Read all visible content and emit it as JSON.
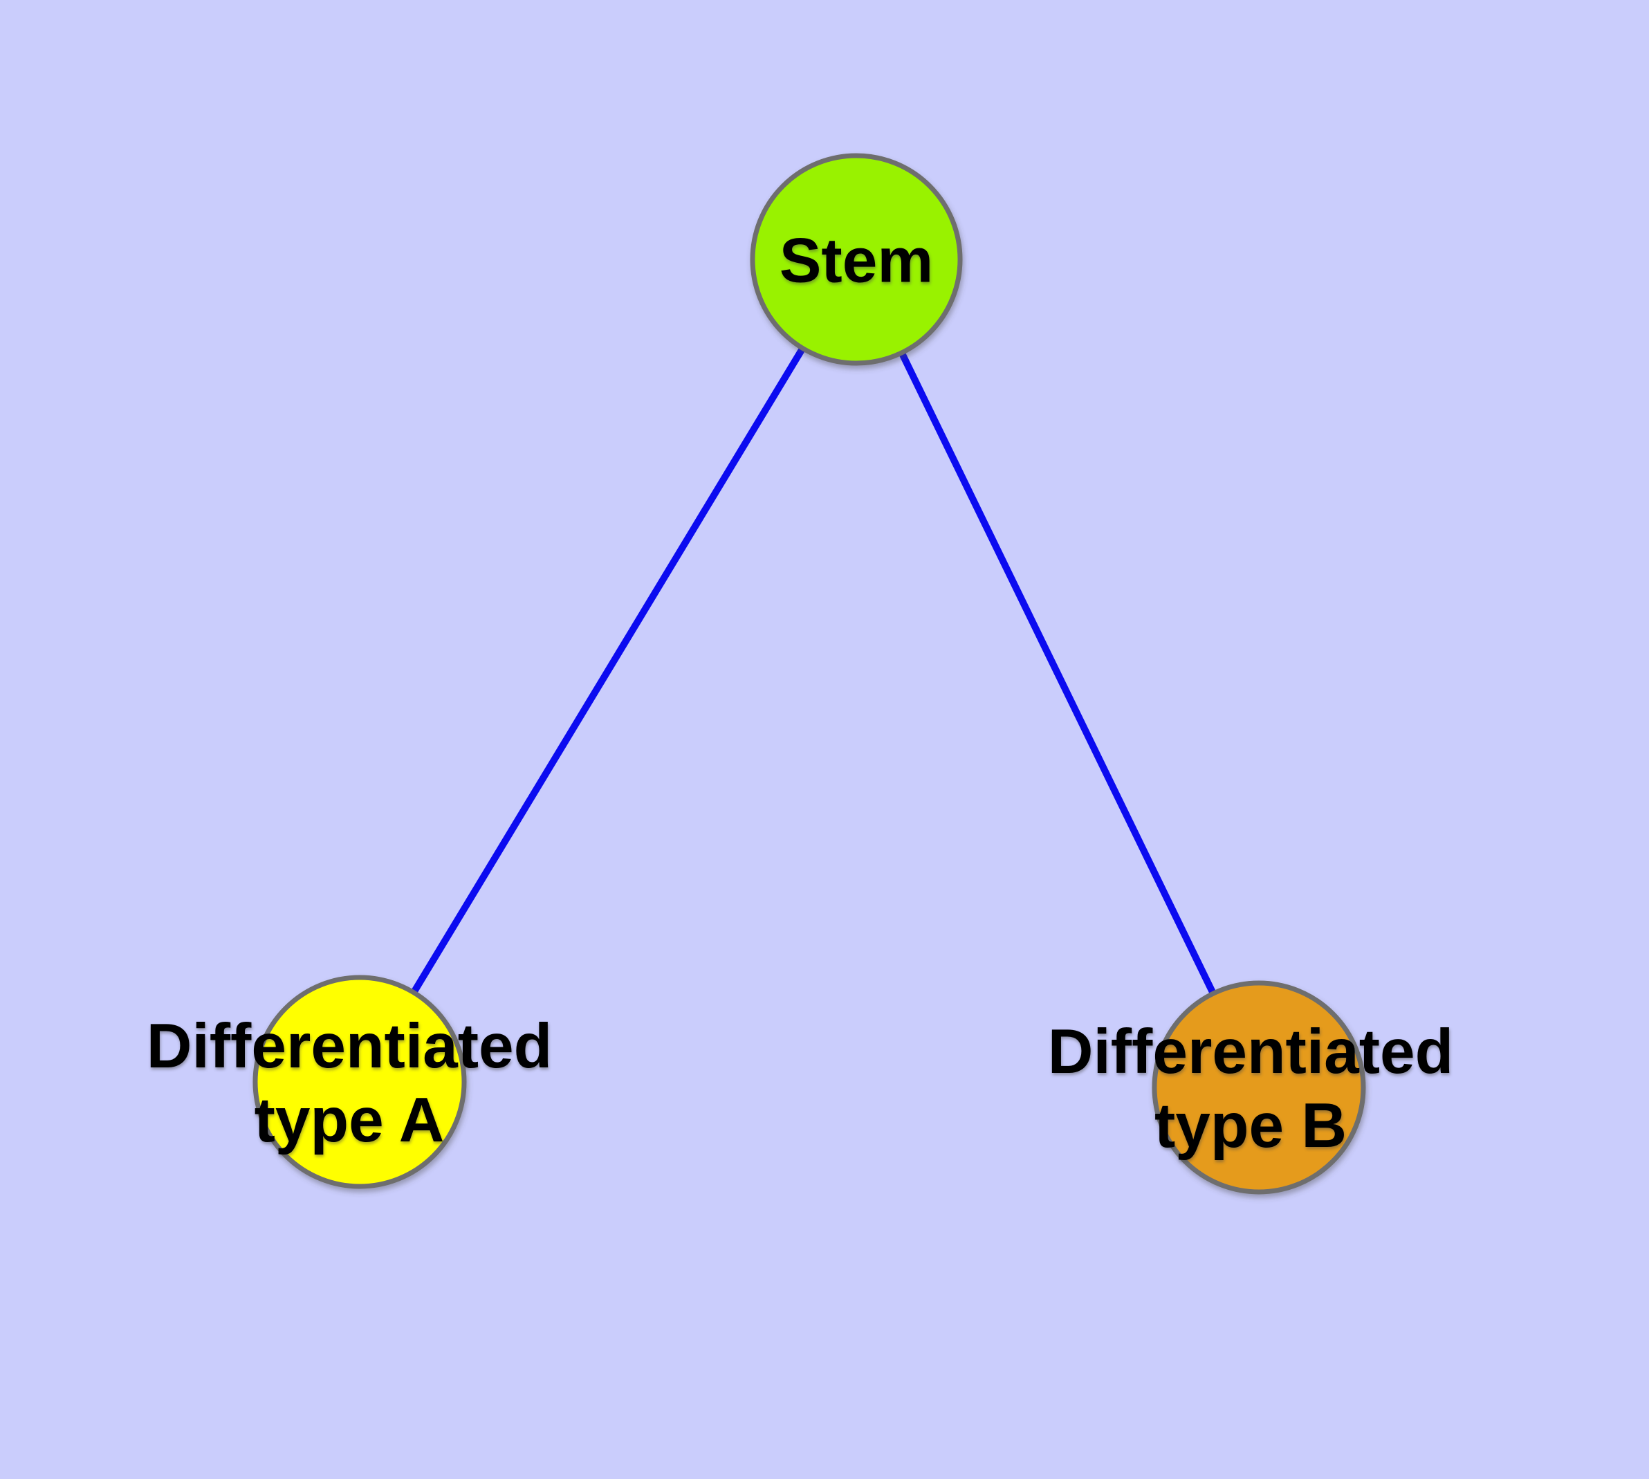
{
  "diagram": {
    "background_color": "#CACDFC",
    "edge_color": "#0B0BF0",
    "node_border_color": "#6E6E6E",
    "nodes": {
      "stem": {
        "label": "Stem",
        "color": "#99F205"
      },
      "type_a": {
        "label_line1": "Differentiated",
        "label_line2": "type A",
        "color": "#FFFF00"
      },
      "type_b": {
        "label_line1": "Differentiated",
        "label_line2": "type B",
        "color": "#E59B1F"
      }
    },
    "edges": [
      {
        "from": "Stem",
        "to": "Differentiated type A",
        "color": "#0B0BF0"
      },
      {
        "from": "Stem",
        "to": "Differentiated type B",
        "color": "#0B0BF0"
      }
    ]
  }
}
